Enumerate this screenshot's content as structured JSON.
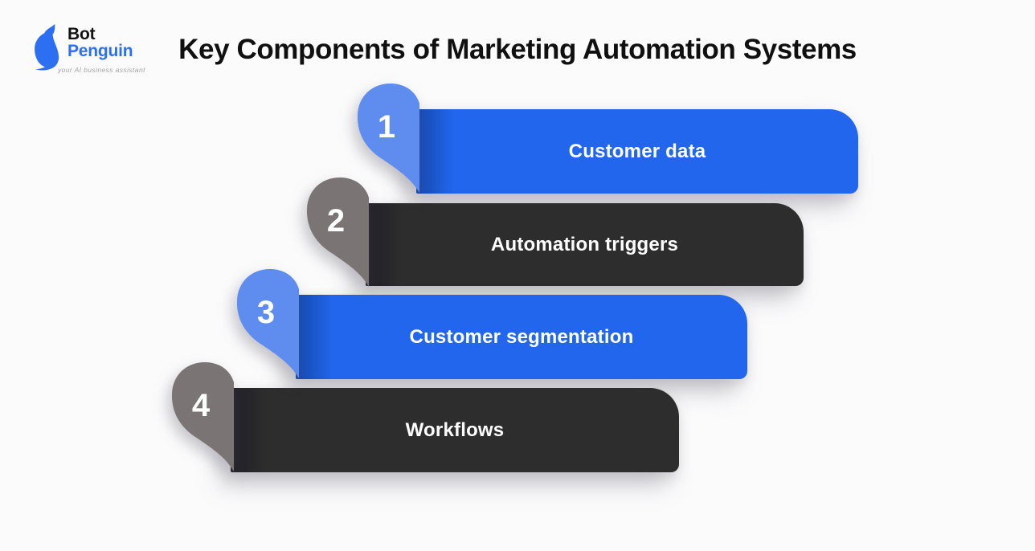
{
  "logo": {
    "brand_top": "Bot",
    "brand_bottom": "Penguin",
    "tagline": "your AI business assistant",
    "brand_color": "#2d6ff2"
  },
  "header": {
    "title": "Key Components of Marketing Automation Systems"
  },
  "colors": {
    "bar_blue": "#2166EC",
    "bar_dark": "#2D2D2D",
    "badge_light_blue": "#5E8CEF",
    "badge_gray": "#7B7474",
    "text_on_bar": "#FFFFFF",
    "title_text": "#101010",
    "background": "#FBFBFC"
  },
  "items": [
    {
      "number": "1",
      "label": "Customer data",
      "bar_color": "#2166EC",
      "badge_color": "#5E8CEF"
    },
    {
      "number": "2",
      "label": "Automation triggers",
      "bar_color": "#2D2D2D",
      "badge_color": "#7B7474"
    },
    {
      "number": "3",
      "label": "Customer segmentation",
      "bar_color": "#2166EC",
      "badge_color": "#5E8CEF"
    },
    {
      "number": "4",
      "label": "Workflows",
      "bar_color": "#2D2D2D",
      "badge_color": "#7B7474"
    }
  ]
}
